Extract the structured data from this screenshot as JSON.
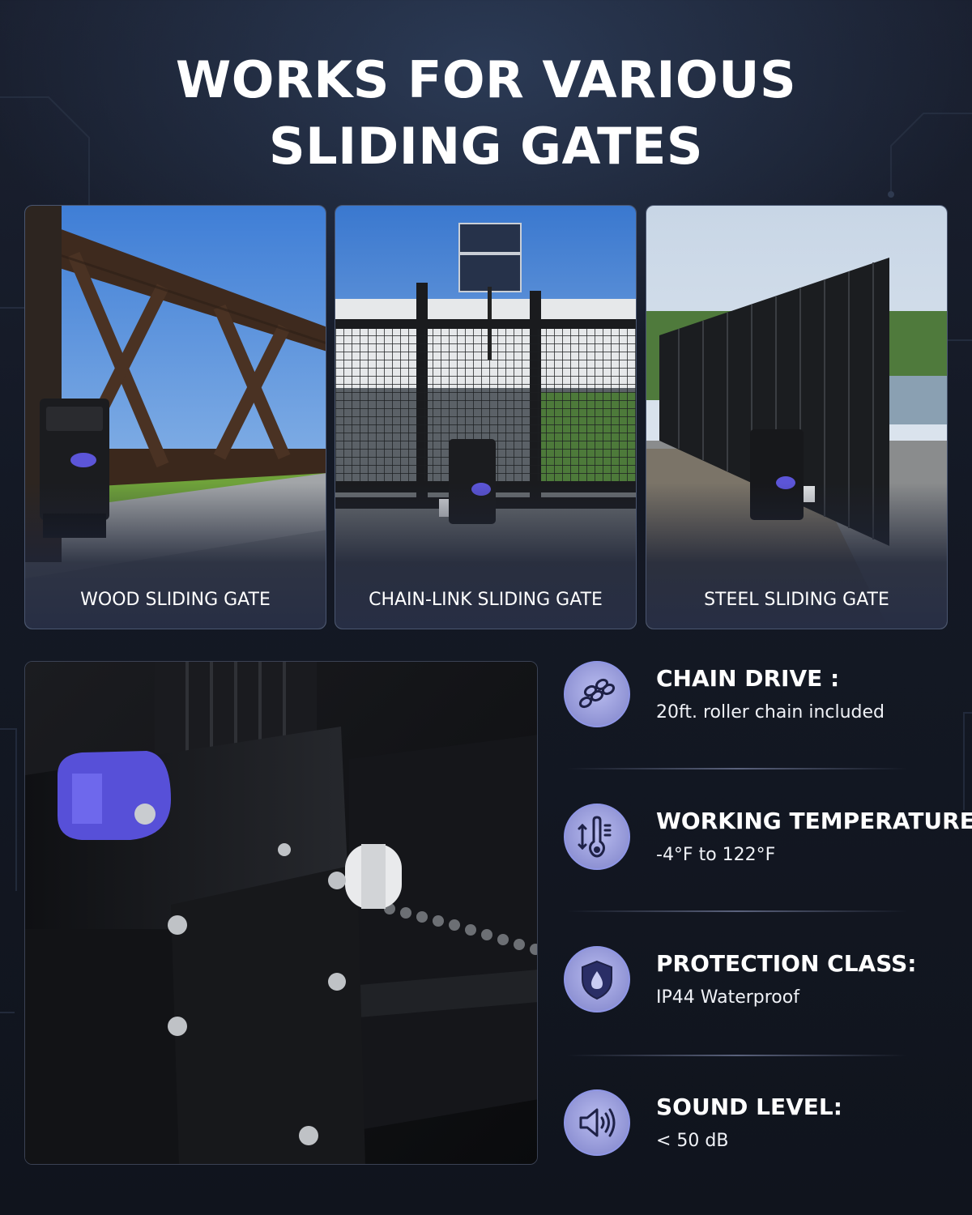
{
  "title": {
    "line1": "WORKS FOR VARIOUS",
    "line2": "SLIDING GATES"
  },
  "gates": [
    {
      "label": "WOOD SLIDING GATE"
    },
    {
      "label": "CHAIN-LINK SLIDING GATE"
    },
    {
      "label": "STEEL SLIDING GATE"
    }
  ],
  "features": [
    {
      "title": "CHAIN DRIVE :",
      "desc": "20ft. roller chain included",
      "icon": "chain-icon"
    },
    {
      "title": "WORKING TEMPERATURE:",
      "desc": "-4°F to 122°F",
      "icon": "thermometer-icon"
    },
    {
      "title": "PROTECTION CLASS:",
      "desc": "IP44 Waterproof",
      "icon": "shield-water-icon"
    },
    {
      "title": "SOUND LEVEL:",
      "desc": "< 50 dB",
      "icon": "speaker-icon"
    }
  ],
  "colors": {
    "accent": "#6b63e8",
    "icon_fill": "#a9adeb"
  }
}
